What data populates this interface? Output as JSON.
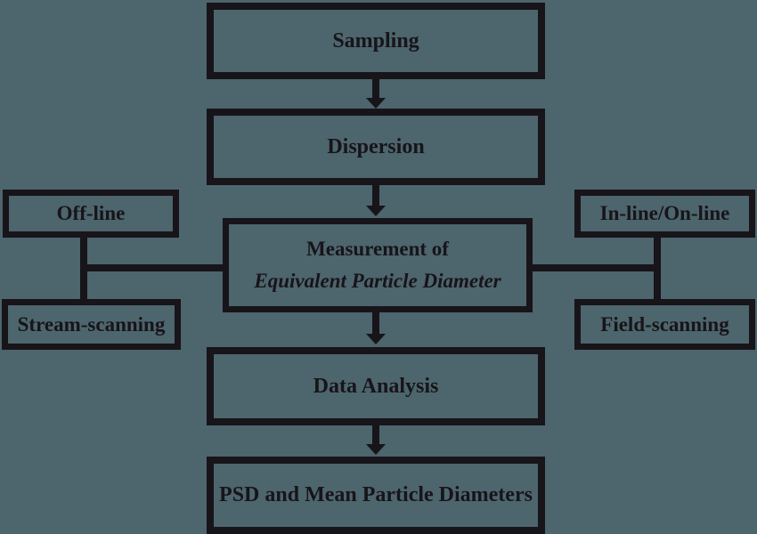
{
  "colors": {
    "background": "#4d656c",
    "line": "#17141a"
  },
  "nodes": {
    "sampling": {
      "label": "Sampling"
    },
    "dispersion": {
      "label": "Dispersion"
    },
    "measurement": {
      "line1": "Measurement of",
      "line2": "Equivalent Particle Diameter"
    },
    "off_line": {
      "label": "Off-line"
    },
    "stream_scanning": {
      "label": "Stream-scanning"
    },
    "in_line_on_line": {
      "label": "In-line/On-line"
    },
    "field_scanning": {
      "label": "Field-scanning"
    },
    "data_analysis": {
      "label": "Data Analysis"
    },
    "psd": {
      "label": "PSD and Mean Particle Diameters"
    }
  },
  "edges": [
    {
      "from": "Sampling",
      "to": "Dispersion",
      "type": "arrow"
    },
    {
      "from": "Dispersion",
      "to": "Measurement of Equivalent Particle Diameter",
      "type": "arrow"
    },
    {
      "from": "Off-line",
      "to": "Measurement of Equivalent Particle Diameter",
      "type": "line"
    },
    {
      "from": "Stream-scanning",
      "to": "Measurement of Equivalent Particle Diameter",
      "type": "line"
    },
    {
      "from": "In-line/On-line",
      "to": "Measurement of Equivalent Particle Diameter",
      "type": "line"
    },
    {
      "from": "Field-scanning",
      "to": "Measurement of Equivalent Particle Diameter",
      "type": "line"
    },
    {
      "from": "Measurement of Equivalent Particle Diameter",
      "to": "Data Analysis",
      "type": "arrow"
    },
    {
      "from": "Data Analysis",
      "to": "PSD and Mean Particle Diameters",
      "type": "arrow"
    }
  ]
}
